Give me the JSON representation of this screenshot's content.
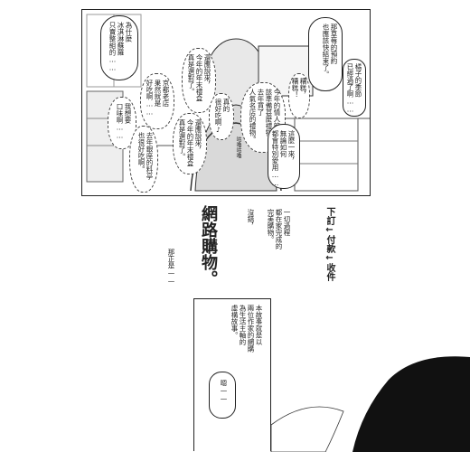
{
  "top_panel": {
    "bubbles": {
      "far_right": "橘子的季節\n已經過了啊……",
      "right_top": "那草莓的預約\n也應該快結束了。",
      "right_mid": "糟糕，\n糟糕！",
      "center_right": "今年的情人節\n該準備甚麼禮物？\n去年買了\n人氣名店的禮物。",
      "center_left": "還應說來，\n今年的年末禮盒\n真是選對了。",
      "center_left2": "真的\n很好吃啊♪",
      "center_left3": "還應說來，\n今年的年末禮盒\n真是選對了。",
      "left_top": "為什麼\n冰淇淋蘇羅\n只賣整組的……",
      "left_mid": "京都老店\n果然就是\n好吃啊……",
      "left_low": "我想要\n口味啊……",
      "left_bottom": "去年銀座的料亭\n也很好吃啊。",
      "bottom_center": "這麼一來，\n無論如何\n都會特別愛用……",
      "sfx": "咕嚕咕嚕"
    }
  },
  "middle_panel": {
    "flow_label": "下訂←付款←收件",
    "desc": "一切過程\n都在家完成的\n完美購物。",
    "ok": "沒錯，",
    "title": "網路購物。",
    "intro": "那正是——"
  },
  "bottom_panel": {
    "caption": "本故事就是以\n兩位作家的網購\n為生活主軸的\n虛構故事。",
    "speech": "嗯——"
  }
}
